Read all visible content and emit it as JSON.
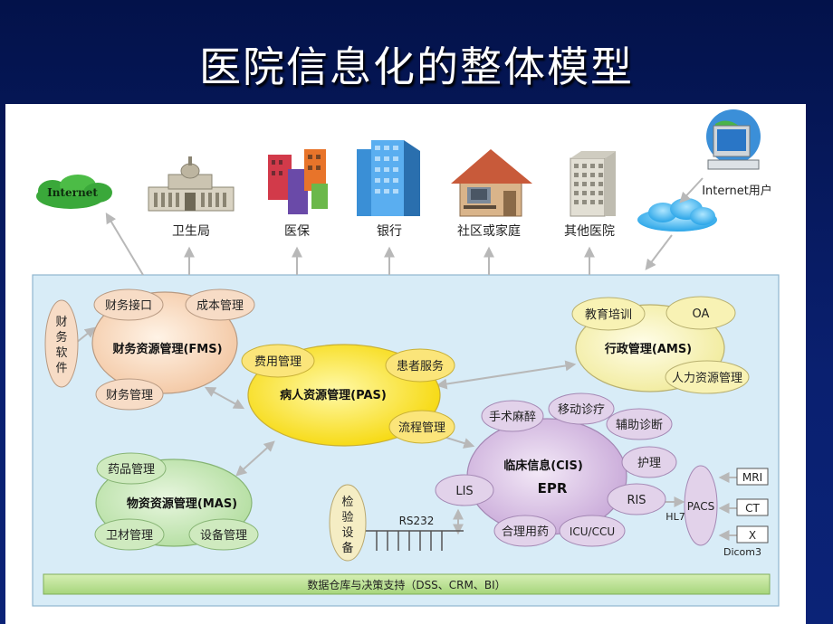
{
  "title": "医院信息化的整体模型",
  "external": {
    "internet": "Internet",
    "weishengju": "卫生局",
    "yibao": "医保",
    "yinhang": "银行",
    "shequ": "社区或家庭",
    "qita": "其他医院",
    "internet_user": "Internet用户"
  },
  "fms": {
    "name": "财务资源管理(FMS)",
    "interface": "财务接口",
    "cost": "成本管理",
    "finance": "财务管理",
    "software": [
      "财",
      "务",
      "软",
      "件"
    ]
  },
  "pas": {
    "name": "病人资源管理(PAS)",
    "fee": "费用管理",
    "service": "患者服务",
    "flow": "流程管理"
  },
  "ams": {
    "name": "行政管理(AMS)",
    "training": "教育培训",
    "oa": "OA",
    "hr": "人力资源管理"
  },
  "mas": {
    "name": "物资资源管理(MAS)",
    "drug": "药品管理",
    "sanitary": "卫材管理",
    "equipment": "设备管理"
  },
  "cis": {
    "name": "临床信息(CIS)",
    "epr": "EPR",
    "surgery": "手术麻醉",
    "mobile": "移动诊疗",
    "aux": "辅助诊断",
    "nursing": "护理",
    "ris": "RIS",
    "lis": "LIS",
    "rational": "合理用药",
    "icu": "ICU/CCU"
  },
  "pacs": {
    "name": "PACS",
    "hl7": "HL7",
    "dicom": "Dicom3",
    "mri": "MRI",
    "ct": "CT",
    "x": "X"
  },
  "lab": {
    "device": [
      "检",
      "验",
      "设",
      "备"
    ],
    "rs232": "RS232"
  },
  "dw": "数据仓库与决策支持（DSS、CRM、BI）"
}
